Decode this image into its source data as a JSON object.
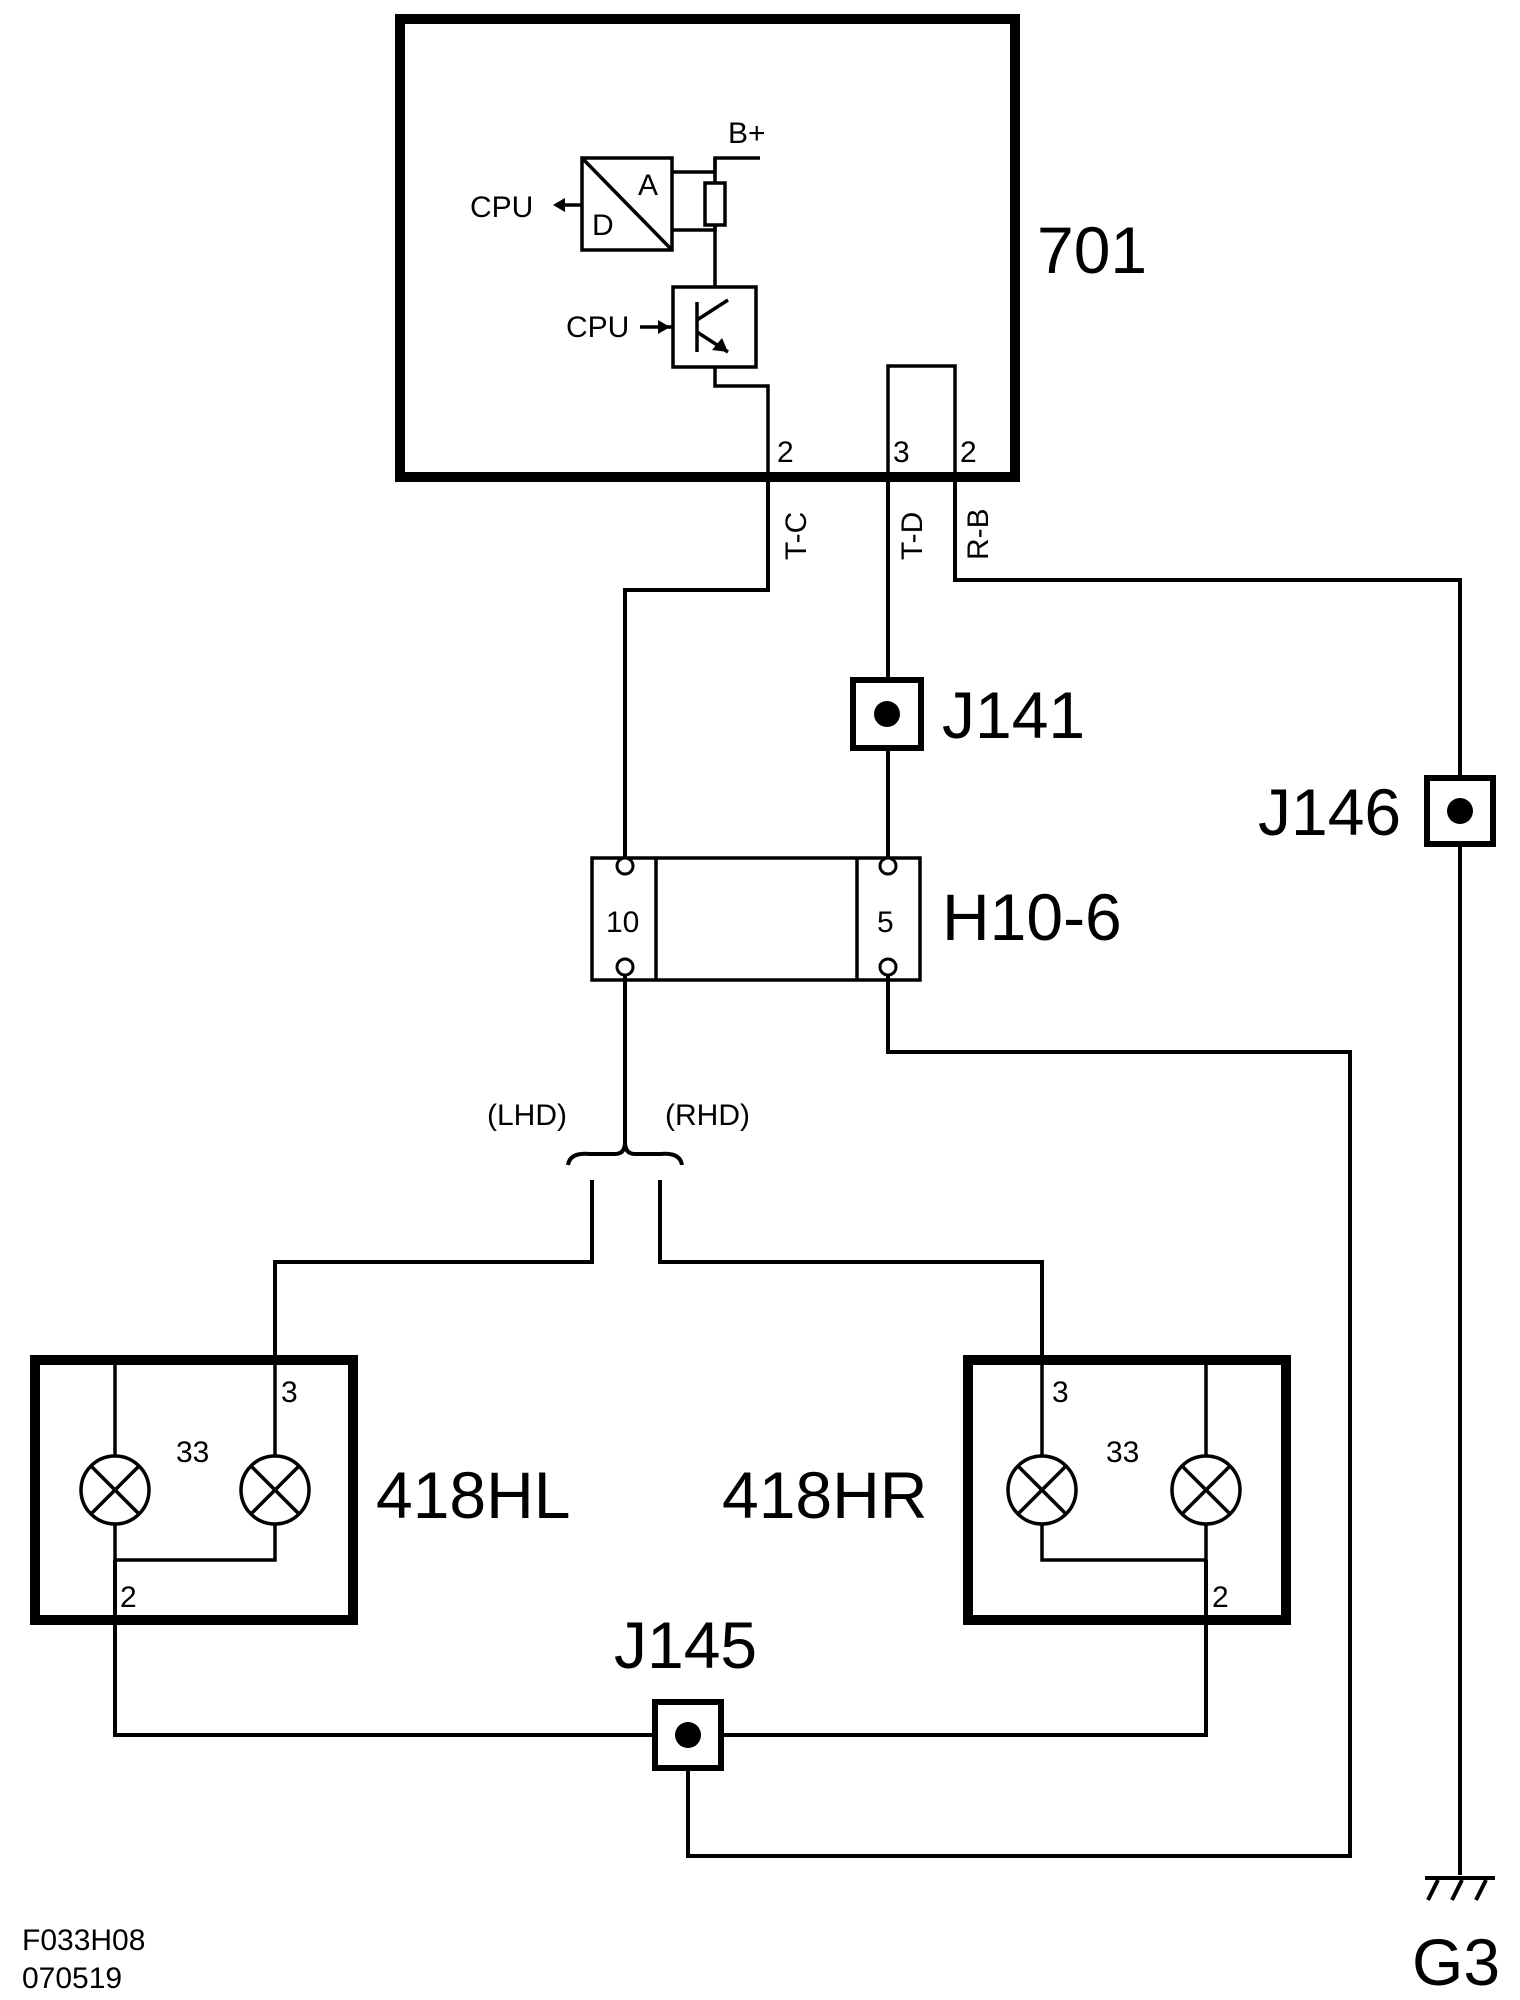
{
  "components": {
    "module": {
      "id": "701",
      "supply": "B+",
      "cpu_in": "CPU",
      "cpu_out": "CPU",
      "adc_a": "A",
      "adc_d": "D"
    },
    "module_pins": {
      "tc_pin": "2",
      "td_pin": "3",
      "rb_pin": "2"
    },
    "wires": {
      "tc": "T-C",
      "td": "T-D",
      "rb": "R-B"
    },
    "junctions": {
      "j141": "J141",
      "j146": "J146",
      "j145": "J145"
    },
    "connector": {
      "id": "H10-6",
      "left_pin": "10",
      "right_pin": "5"
    },
    "variants": {
      "lhd": "(LHD)",
      "rhd": "(RHD)"
    },
    "lamp_left": {
      "id": "418HL",
      "pin_top": "3",
      "pin_bottom": "2",
      "bulb": "33"
    },
    "lamp_right": {
      "id": "418HR",
      "pin_top": "3",
      "pin_bottom": "2",
      "bulb": "33"
    },
    "ground": {
      "id": "G3"
    }
  },
  "footer": {
    "code": "F033H08",
    "date": "070519"
  }
}
